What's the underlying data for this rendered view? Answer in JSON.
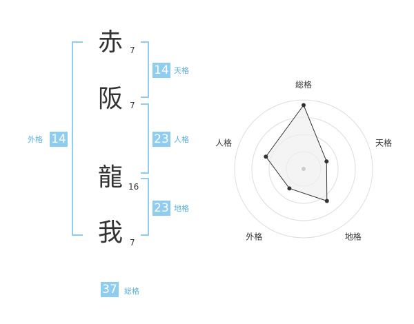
{
  "name": {
    "chars": [
      {
        "char": "赤",
        "strokes": "7"
      },
      {
        "char": "阪",
        "strokes": "7"
      },
      {
        "char": "龍",
        "strokes": "16"
      },
      {
        "char": "我",
        "strokes": "7"
      }
    ]
  },
  "kakusu": {
    "tenkaku": {
      "value": "14",
      "label": "天格"
    },
    "jinkaku": {
      "value": "23",
      "label": "人格"
    },
    "chikaku": {
      "value": "23",
      "label": "地格"
    },
    "gaikaku": {
      "value": "14",
      "label": "外格"
    },
    "soukaku": {
      "value": "37",
      "label": "総格"
    }
  },
  "chart_data": {
    "type": "radar",
    "axes": [
      "総格",
      "天格",
      "地格",
      "外格",
      "人格"
    ],
    "values": [
      37,
      14,
      23,
      14,
      23
    ],
    "rings": 4,
    "colors": {
      "fill": "#efefef",
      "line": "#333333",
      "grid": "#dddddd"
    }
  }
}
